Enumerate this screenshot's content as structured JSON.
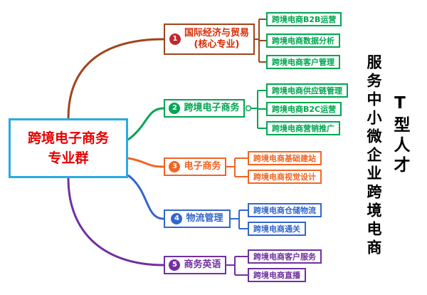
{
  "center": {
    "line1": "跨境电子商务",
    "line2": "专业群"
  },
  "branches": [
    {
      "number": "1",
      "label": "国际经济与贸易",
      "sublabel": "(核心专业)",
      "leaves": [
        "跨境电商B2B运营",
        "跨境电商数据分析",
        "跨境电商客户管理"
      ]
    },
    {
      "number": "2",
      "label": "跨境电子商务",
      "leaves": [
        "跨境电商供应链管理",
        "跨境电商B2C运营",
        "跨境电商营销推广"
      ]
    },
    {
      "number": "3",
      "label": "电子商务",
      "leaves": [
        "跨境电商基础建站",
        "跨境电商视觉设计"
      ]
    },
    {
      "number": "4",
      "label": "物流管理",
      "leaves": [
        "跨境电商仓储物流",
        "跨境电商通关"
      ]
    },
    {
      "number": "5",
      "label": "商务英语",
      "leaves": [
        "跨境电商客户服务",
        "跨境电商直播"
      ]
    }
  ],
  "right_labels": {
    "slogan": "服务中小微企业跨境电商",
    "talent": "T型人才"
  },
  "colors": {
    "center_border": "#29ABE2",
    "center_text": "#E60000",
    "branch1": "#A0441B",
    "branch1_text": "#D92B04",
    "branch2": "#00A651",
    "branch3": "#F26522",
    "branch4": "#3366CC",
    "branch5": "#7030A0",
    "branch1_leaf": "#00A651"
  }
}
